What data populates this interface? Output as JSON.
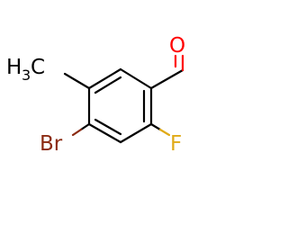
{
  "molecule": {
    "atoms": {
      "oxygen": "O",
      "bromine": "Br",
      "fluorine": "F",
      "methyl_h": "H",
      "methyl_h_count": "3",
      "methyl_c": "C"
    },
    "colors": {
      "bond": "#000000",
      "oxygen": "#ff0000",
      "bromine": "#8b2a12",
      "fluorine": "#e0aa17",
      "carbon": "#000000"
    }
  }
}
